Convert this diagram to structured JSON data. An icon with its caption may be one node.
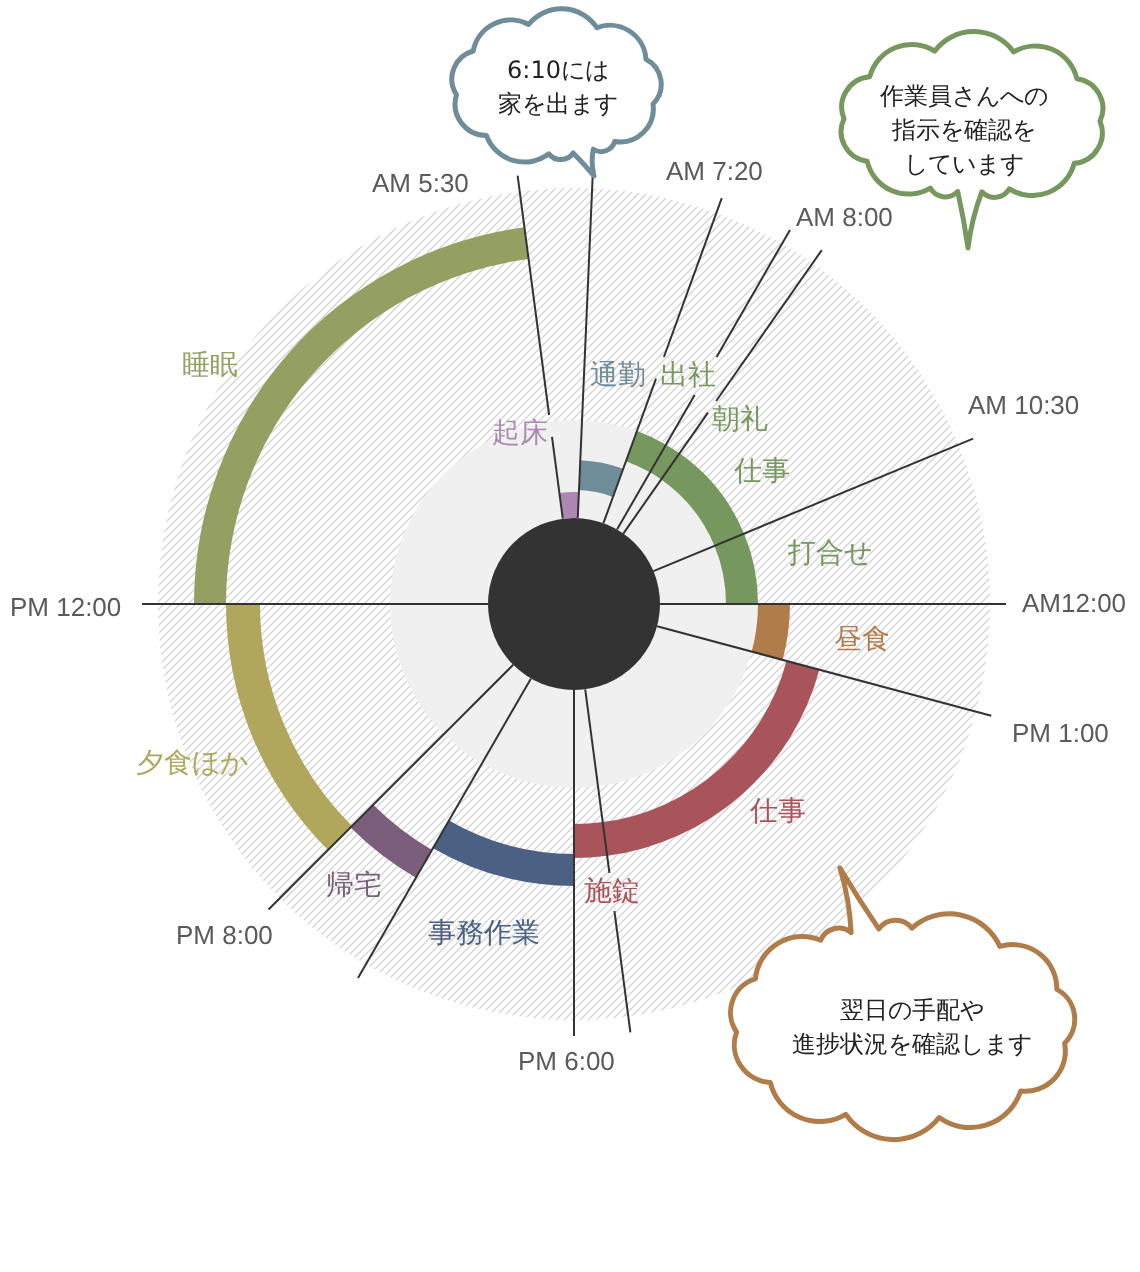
{
  "diagram": {
    "nodes": [
      {
        "text": [
          "6:10には家を出ます"
        ]
      },
      {
        "text": [
          "作業員さんへの指示を確認をしています"
        ]
      },
      {
        "text": [
          "起床"
        ]
      },
      {
        "text": [
          "通勤"
        ]
      },
      {
        "text": [
          "出社"
        ]
      },
      {
        "text": [
          "朝礼"
        ]
      },
      {
        "text": [
          "仕事"
        ]
      },
      {
        "text": [
          "打合せ"
        ]
      },
      {
        "text": [
          "昼食"
        ]
      },
      {
        "text": [
          "仕事"
        ]
      },
      {
        "text": [
          "施錠"
        ]
      },
      {
        "text": [
          "事務作業"
        ]
      },
      {
        "text": [
          "帰宅"
        ]
      },
      {
        "text": [
          "夕食ほか"
        ]
      },
      {
        "text": [
          "睡眠"
        ]
      },
      {
        "text": [
          "翌日の手配や進捗状況を確認します"
        ]
      }
    ],
    "labels": [
      "AM 5:30",
      "AM 7:20",
      "AM 8:00",
      "AM 10:30",
      "AM12:00",
      "PM 1:00",
      "PM 6:00",
      "PM 8:00",
      "PM 12:00"
    ]
  }
}
